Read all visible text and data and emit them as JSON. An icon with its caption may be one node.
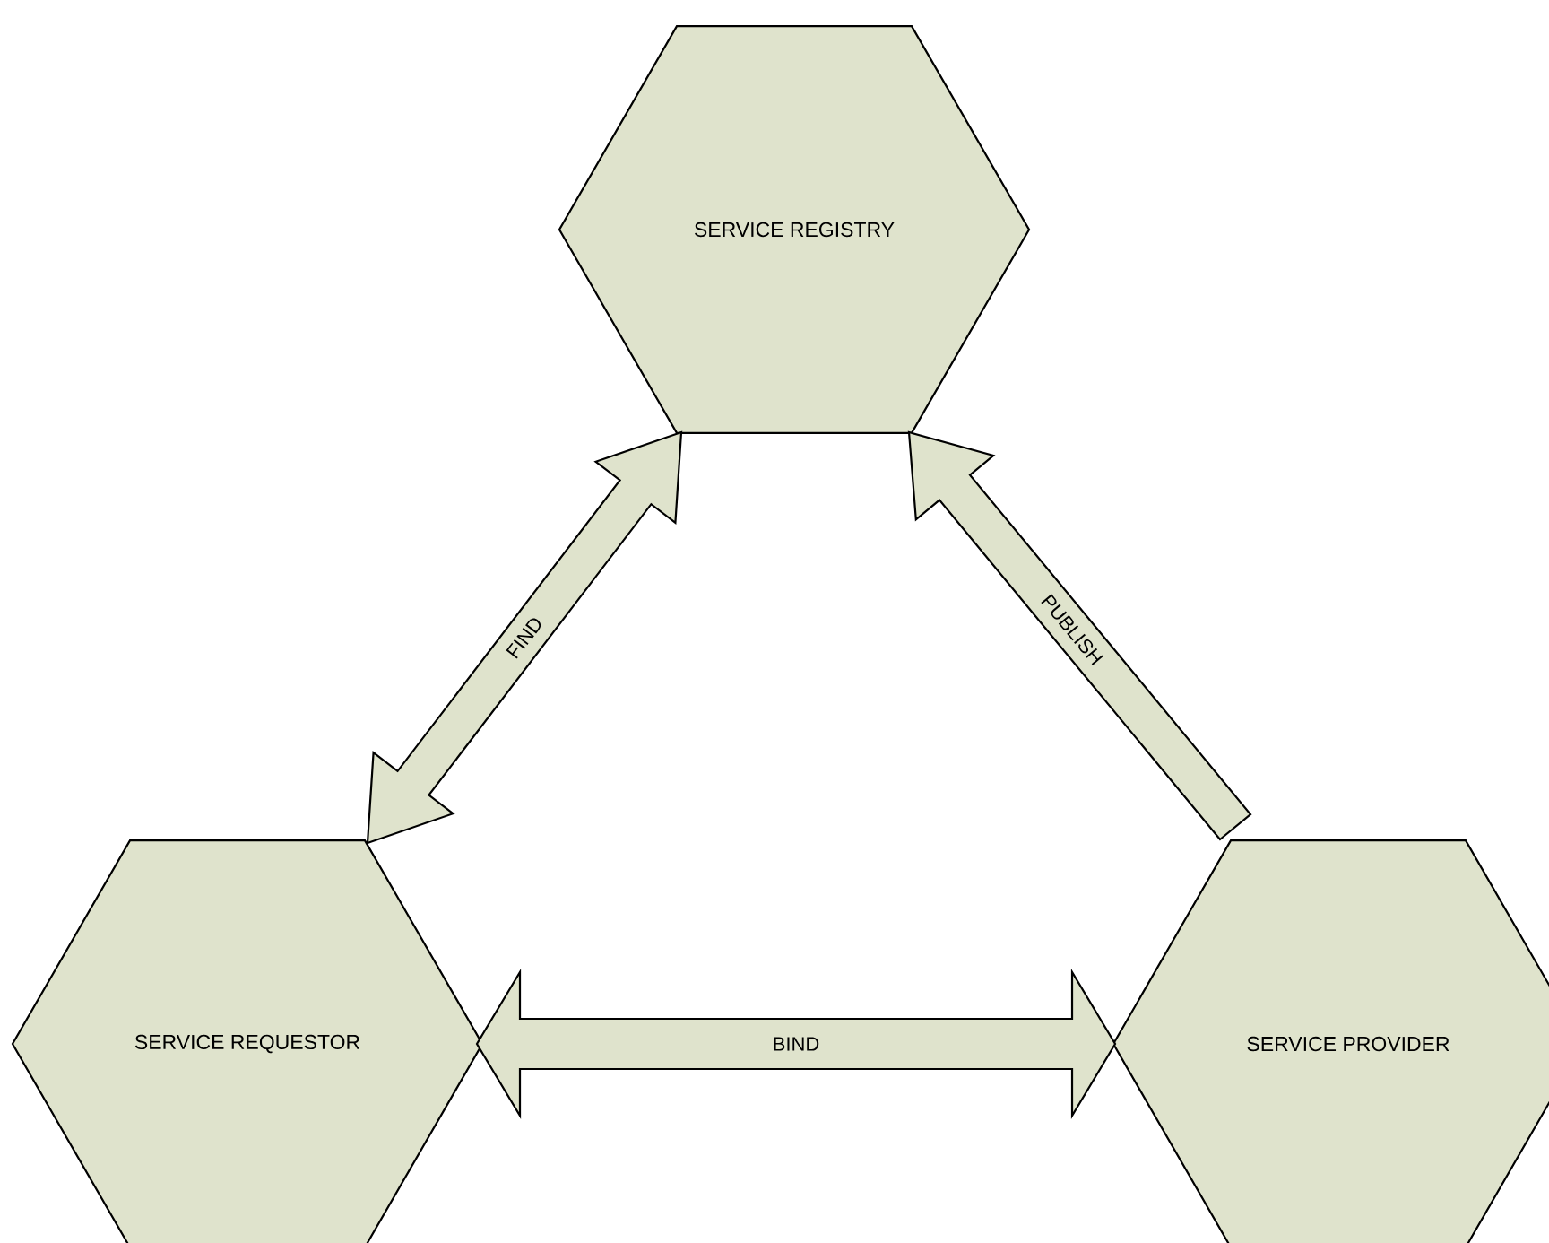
{
  "diagram": {
    "nodes": [
      {
        "text": [
          "SERVICE REGISTRY"
        ]
      },
      {
        "text": [
          "SERVICE REQUESTOR"
        ]
      },
      {
        "text": [
          "SERVICE PROVIDER"
        ]
      }
    ],
    "edges": [
      {
        "from": 1,
        "to": 0,
        "arrow": "both",
        "label": "FIND"
      },
      {
        "from": 2,
        "to": 0,
        "arrow": "to",
        "label": "PUBLISH"
      },
      {
        "from": 1,
        "to": 2,
        "arrow": "both",
        "label": "BIND"
      }
    ]
  }
}
